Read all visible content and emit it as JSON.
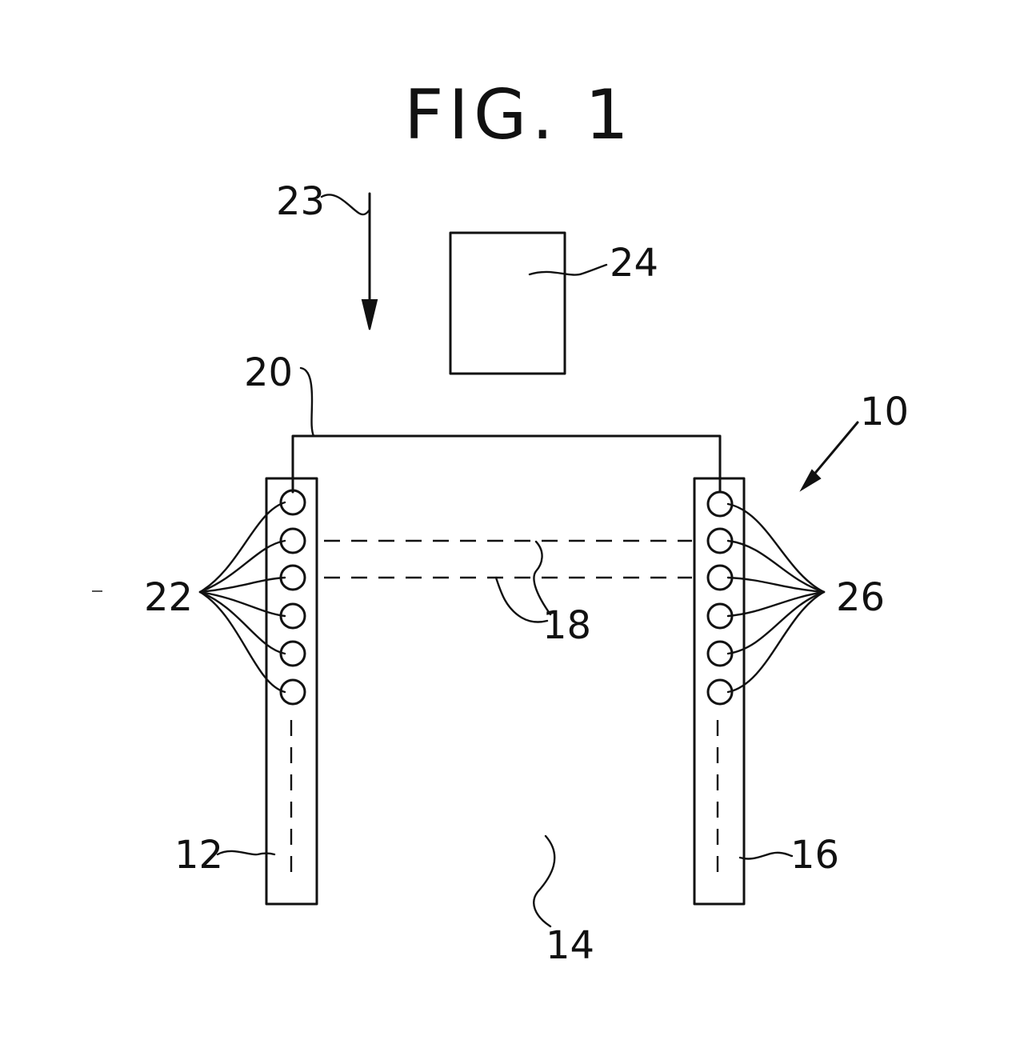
{
  "figure": {
    "title": "FIG. 1"
  },
  "labels": {
    "system": "10",
    "first_strip": "12",
    "gap": "14",
    "second_strip": "16",
    "light_paths": "18",
    "connector": "20",
    "first_elements": "22",
    "arrow": "23",
    "block": "24",
    "second_elements": "26"
  }
}
